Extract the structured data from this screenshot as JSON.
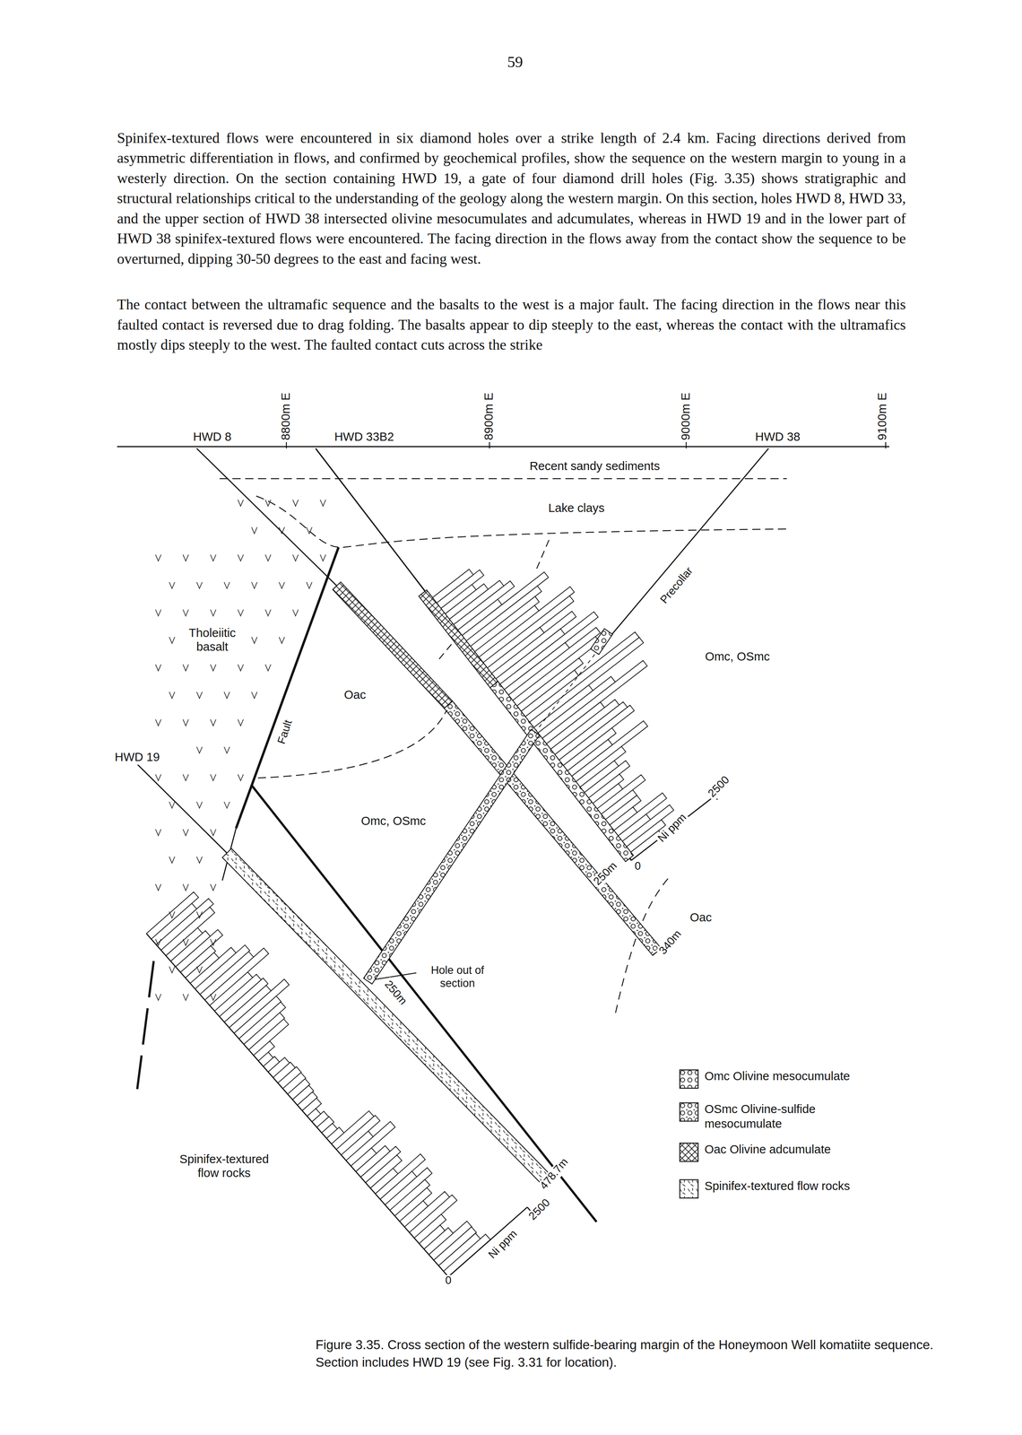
{
  "diagram": {
    "caption": "Figure 3.35. Cross section of the western sulfide-bearing margin of the Honeymoon Well komatiite sequence. Section includes HWD 19 (see Fig. 3.31 for location).",
    "labels": [
      "59",
      "Spinifex-textured flows were encountered in six diamond holes over a strike length of 2.4 km. Facing directions derived from asymmetric differentiation in flows, and confirmed by geochemical profiles, show the sequence on the western margin to young in a westerly direction. On the section containing HWD 19, a gate of four diamond drill holes (Fig. 3.35) shows stratigraphic and structural relationships critical to the understanding of the geology along the western margin. On this section, holes HWD 8, HWD 33, and the upper section of HWD 38 intersected olivine mesocumulates and adcumulates, whereas in HWD 19 and in the lower part of HWD 38 spinifex-textured flows were encountered. The facing direction in the flows away from the contact show the sequence to be overturned, dipping 30-50 degrees to the east and facing west.",
      "The contact between the ultramafic sequence and the basalts to the west is a major fault. The facing direction in the flows near this faulted contact is reversed due to drag folding. The basalts appear to dip steeply to the east, whereas the contact with the ultramafics mostly dips steeply to the west. The faulted contact cuts across the strike",
      "8800m E",
      "8900m E",
      "9000m E",
      "9100m E",
      "HWD 8",
      "HWD 33B2",
      "HWD 38",
      "Recent sandy sediments",
      "Lake clays",
      "Precollar",
      "Omc, OSmc",
      "Tholeiitic basalt",
      "Oac",
      "Fault",
      "HWD 19",
      "Omc, OSmc",
      "0",
      "2500",
      "Ni ppm",
      "250m",
      "Oac",
      "340m",
      "Hole out of section",
      "250m",
      "478.7m",
      "2500",
      "Ni ppm",
      "0",
      "Spinifex-textured flow rocks"
    ],
    "legend": [
      {
        "text": "Omc Olivine mesocumulate"
      },
      {
        "text": "OSmc Olivine-sulfide mesocumulate"
      },
      {
        "text": "Oac Olivine adcumulate"
      },
      {
        "text": "Spinifex-textured flow rocks"
      }
    ]
  }
}
